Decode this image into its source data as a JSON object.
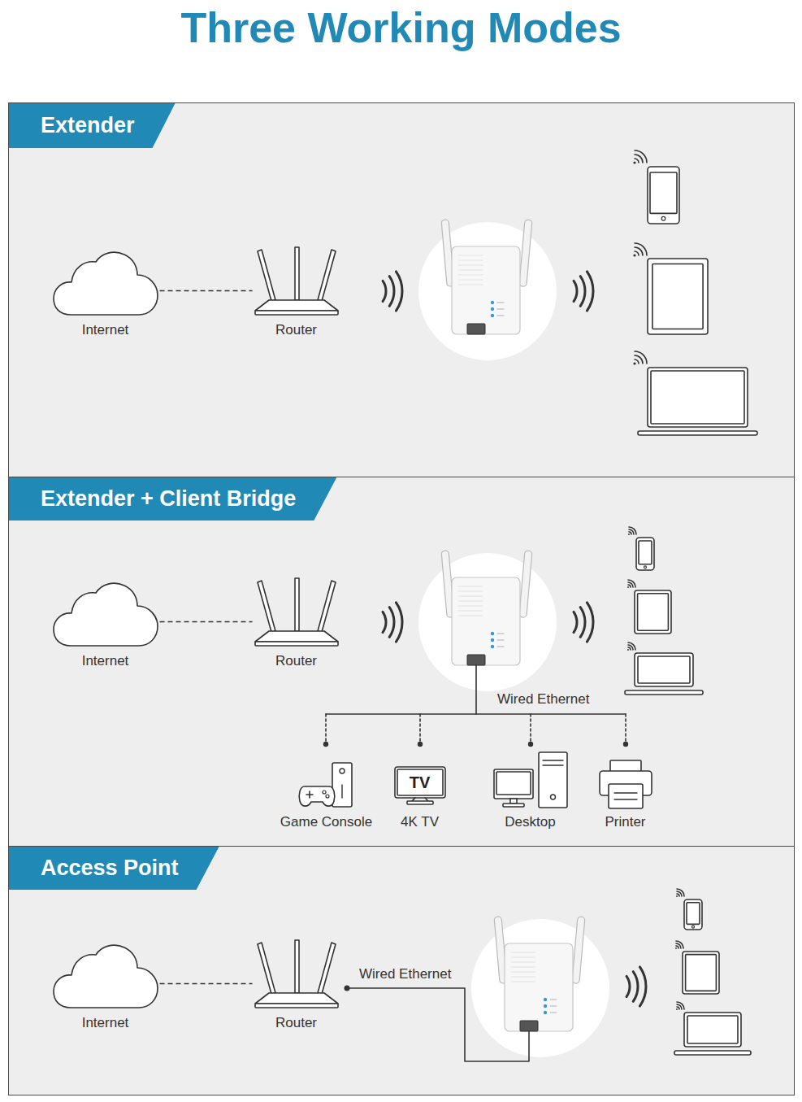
{
  "diagram": {
    "title": "Three Working Modes",
    "nodes": [
      {
        "text": [
          "Extender"
        ]
      },
      {
        "text": [
          "Internet"
        ],
        "in": 0
      },
      {
        "text": [
          "Router"
        ],
        "in": 0
      },
      {
        "text": [
          "Extender + Client Bridge"
        ]
      },
      {
        "text": [
          "Internet"
        ],
        "in": 3
      },
      {
        "text": [
          "Router"
        ],
        "in": 3
      },
      {
        "text": [
          "Game Console"
        ],
        "in": 3
      },
      {
        "text": [
          "TV",
          "4K TV"
        ],
        "in": 3
      },
      {
        "text": [
          "Desktop"
        ],
        "in": 3
      },
      {
        "text": [
          "Printer"
        ],
        "in": 3
      },
      {
        "text": [
          "Access Point"
        ]
      },
      {
        "text": [
          "Internet"
        ],
        "in": 10
      },
      {
        "text": [
          "Router"
        ],
        "in": 10
      }
    ],
    "edges": [
      {
        "from": 1,
        "to": 2,
        "arrow": "none"
      },
      {
        "from": 4,
        "to": 5,
        "arrow": "none"
      },
      {
        "from": 11,
        "to": 12,
        "arrow": "none"
      }
    ],
    "labels": [
      "Wired Ethernet",
      "Wired Ethernet"
    ]
  }
}
